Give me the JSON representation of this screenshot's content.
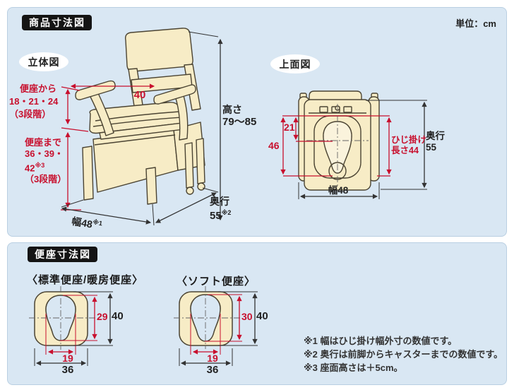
{
  "colors": {
    "panel_bg": "#d9e7f3",
    "accent_red": "#c8102e",
    "line_black": "#333333",
    "wood_fill": "#f7ecc6",
    "badge_bg": "#141414"
  },
  "unit_label": "単位：cm",
  "product_section": {
    "title": "商品寸法図",
    "perspective": {
      "label": "立体図",
      "inner_width": "40",
      "height_label": "高さ",
      "height_value": "79～85",
      "seat_from_line1": "便座から",
      "seat_from_line2": "18・21・24",
      "seat_from_line3": "（3段階）",
      "seat_to_line1": "便座まで",
      "seat_to_line2": "36・39・",
      "seat_to_line3": "42",
      "seat_to_ref": "※3",
      "seat_to_line4": "（3段階）",
      "width_label": "幅48",
      "width_ref": "※1",
      "depth_label": "奥行",
      "depth_value": "55",
      "depth_ref": "※2"
    },
    "top_view": {
      "label": "上面図",
      "dim_21": "21",
      "dim_46": "46",
      "armrest_len_line1": "ひじ掛け",
      "armrest_len_line2": "長さ44",
      "width_label": "幅48",
      "depth_label": "奥行",
      "depth_value": "55"
    }
  },
  "seat_section": {
    "title": "便座寸法図",
    "standard": {
      "label": "〈標準便座/暖房便座〉",
      "inner_height": "29",
      "outer_height": "40",
      "inner_width": "19",
      "outer_width": "36"
    },
    "soft": {
      "label": "〈ソフト便座〉",
      "inner_height": "30",
      "outer_height": "40",
      "inner_width": "19",
      "outer_width": "36"
    },
    "notes": [
      "※1 幅はひじ掛け幅外寸の数値です。",
      "※2 奥行は前脚からキャスターまでの数値です。",
      "※3 座面高さは＋5cm。"
    ]
  }
}
